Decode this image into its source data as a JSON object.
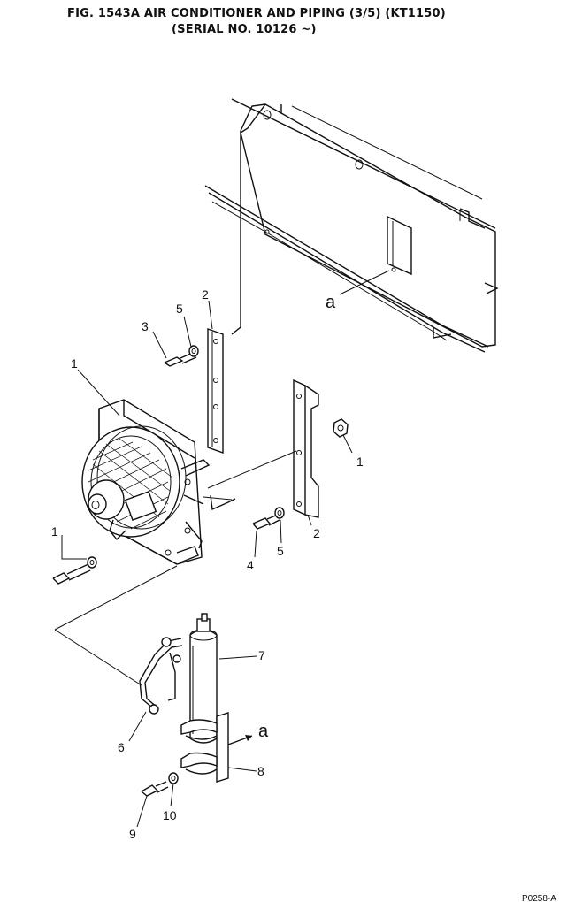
{
  "title_line1": "FIG. 1543A   AIR CONDITIONER AND PIPING (3/5) (KT1150)",
  "title_line2": "(SERIAL NO. 10126 ~)",
  "callouts": {
    "c1a": "1",
    "c1b": "1",
    "c1c": "1",
    "c2a": "2",
    "c2b": "2",
    "c3": "3",
    "c4": "4",
    "c5a": "5",
    "c5b": "5",
    "c6": "6",
    "c7": "7",
    "c8": "8",
    "c9": "9",
    "c10": "10"
  },
  "refs": {
    "a1": "a",
    "a2": "a"
  },
  "footer_code": "P0258-A"
}
